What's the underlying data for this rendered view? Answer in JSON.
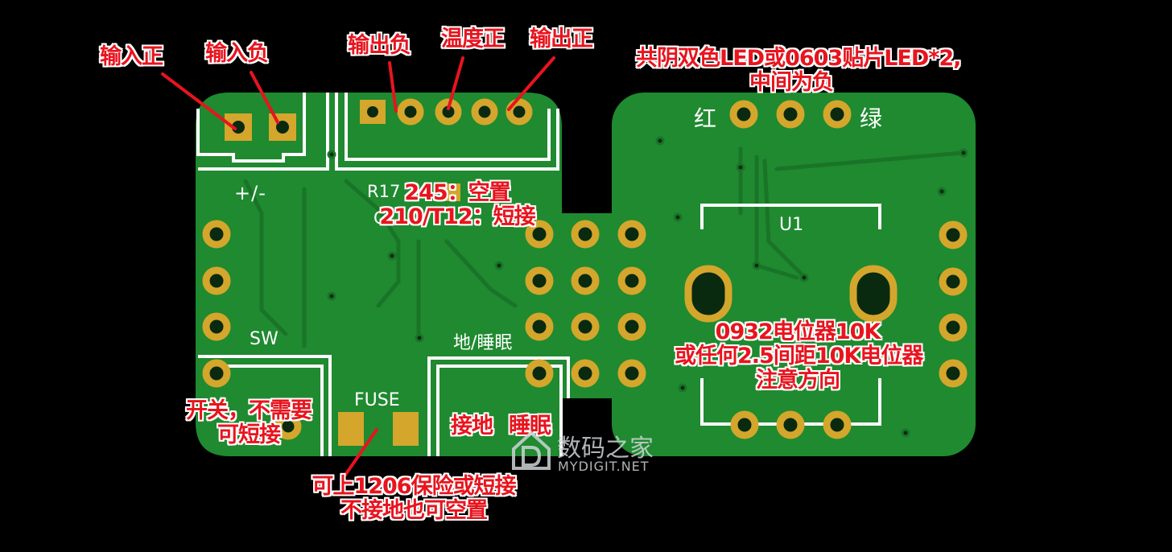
{
  "colors": {
    "board": "#1f8a30",
    "trace": "#1c7a2b",
    "pad": "#d4a62c",
    "silk": "#ffffff",
    "annot": "#e8141e",
    "background": "#000000"
  },
  "annotations": {
    "input_pos": "输入正",
    "input_neg": "输入负",
    "output_neg": "输出负",
    "temp_pos": "温度正",
    "output_pos": "输出正",
    "led_line1": "共阴双色LED或0603贴片LED*2,",
    "led_line2": "中间为负",
    "r17_line1": "245：空置",
    "r17_line2": "210/T12：短接",
    "pot_line1": "0932电位器10K",
    "pot_line2": "或任何2.5间距10K电位器",
    "pot_line3": "注意方向",
    "switch_line1": "开关，不需要",
    "switch_line2": "可短接",
    "fuse_line1": "可上1206保险或短接",
    "fuse_line2": "不接地也可空置",
    "gnd": "接地",
    "sleep": "睡眠"
  },
  "silkscreen": {
    "plus_minus": "+/-",
    "r17": "R17",
    "c_label": "C",
    "sw": "SW",
    "fuse": "FUSE",
    "gnd_sleep": "地/睡眠",
    "u1": "U1",
    "red": "红",
    "green": "绿"
  },
  "watermark": {
    "brand": "数码之家",
    "url": "MYDIGIT.NET"
  }
}
